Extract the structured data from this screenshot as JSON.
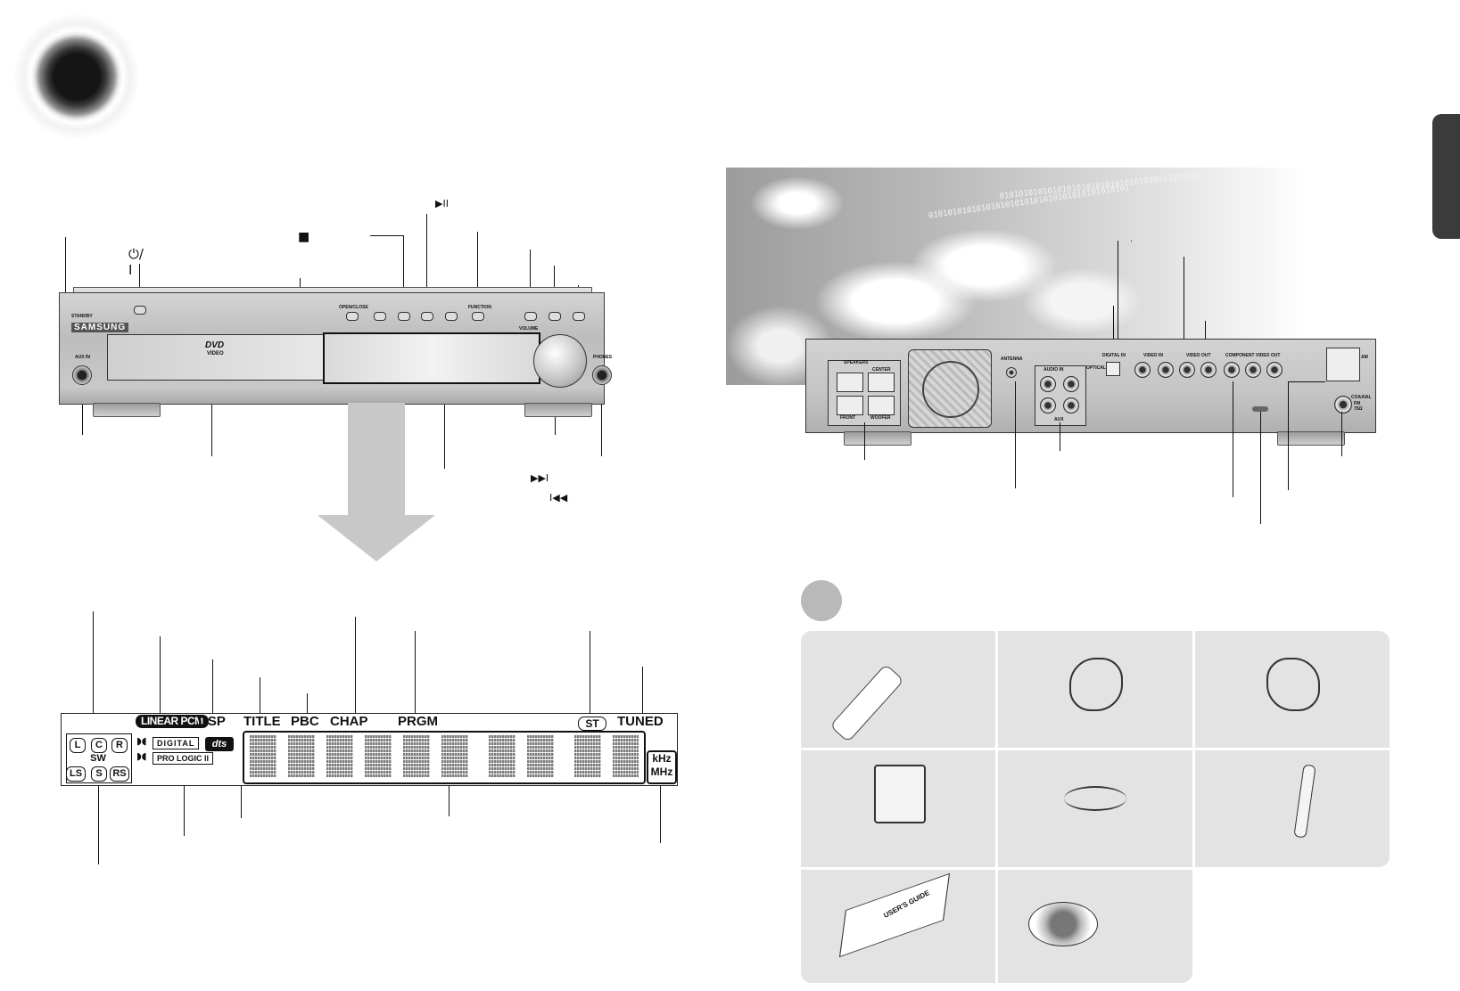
{
  "front": {
    "brand": "SAMSUNG",
    "dvd_logo": "DVD",
    "dvd_sub": "VIDEO",
    "standby_label": "STANDBY",
    "aux_in_label": "AUX IN",
    "phones_label": "PHONES",
    "volume_label": "VOLUME",
    "open_close_label": "OPEN/CLOSE",
    "function_label": "FUNCTION",
    "symbols": {
      "power": "⏻/Ι",
      "stop": "■",
      "play_pause": "▶II",
      "next": "▶▶I",
      "prev": "I◀◀"
    }
  },
  "display": {
    "linear_pcm": "LINEAR PCM",
    "dsp": "DSP",
    "title": "TITLE",
    "pbc": "PBC",
    "chap": "CHAP",
    "prgm": "PRGM",
    "st": "ST",
    "tuned": "TUNED",
    "digital": "DIGITAL",
    "pro_logic": "PRO LOGIC II",
    "dts": "dts",
    "khz": "kHz",
    "mhz": "MHz",
    "channels": [
      "L",
      "C",
      "R",
      "SW",
      "LS",
      "S",
      "RS"
    ]
  },
  "rear": {
    "speakers_label": "SPEAKERS",
    "center_label": "CENTER",
    "front_label": "FRONT",
    "woofer_label": "WOOFER",
    "antenna_label": "ANTENNA",
    "audio_in_label": "AUDIO IN",
    "aux_label": "AUX",
    "optical_label": "OPTICAL",
    "digital_in_label": "DIGITAL IN",
    "video_in_label": "VIDEO IN",
    "video_out_label": "VIDEO OUT",
    "component_label": "COMPONENT VIDEO OUT",
    "am_label": "AM",
    "fm_label": "FM",
    "coaxial_label": "COAXIAL",
    "fm_ohm_label": "75Ω",
    "binary_text": "010101010101010101010101010101010101010101"
  },
  "accessories": {
    "guide_label": "USER'S GUIDE"
  }
}
